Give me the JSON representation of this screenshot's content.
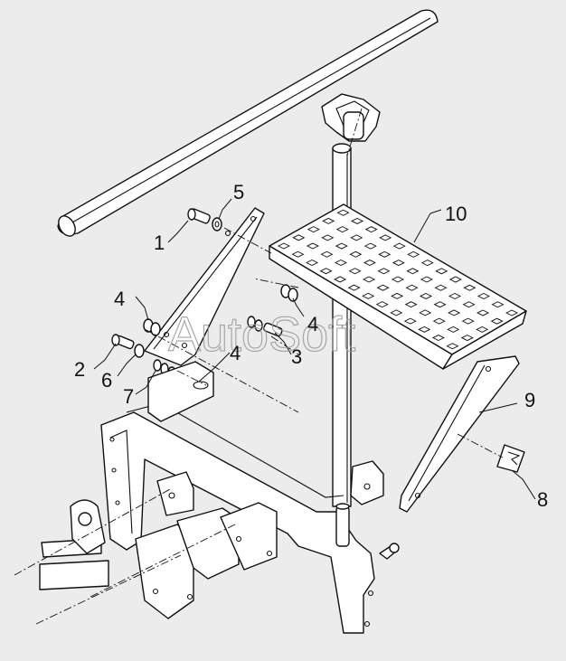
{
  "watermark": "AutoSoft",
  "callouts": [
    {
      "id": "c1",
      "label": "1"
    },
    {
      "id": "c2",
      "label": "2"
    },
    {
      "id": "c3",
      "label": "3"
    },
    {
      "id": "c4a",
      "label": "4"
    },
    {
      "id": "c4b",
      "label": "4"
    },
    {
      "id": "c4c",
      "label": "4"
    },
    {
      "id": "c5",
      "label": "5"
    },
    {
      "id": "c6",
      "label": "6"
    },
    {
      "id": "c7",
      "label": "7"
    },
    {
      "id": "c8",
      "label": "8"
    },
    {
      "id": "c9",
      "label": "9"
    },
    {
      "id": "c10",
      "label": "10"
    }
  ]
}
